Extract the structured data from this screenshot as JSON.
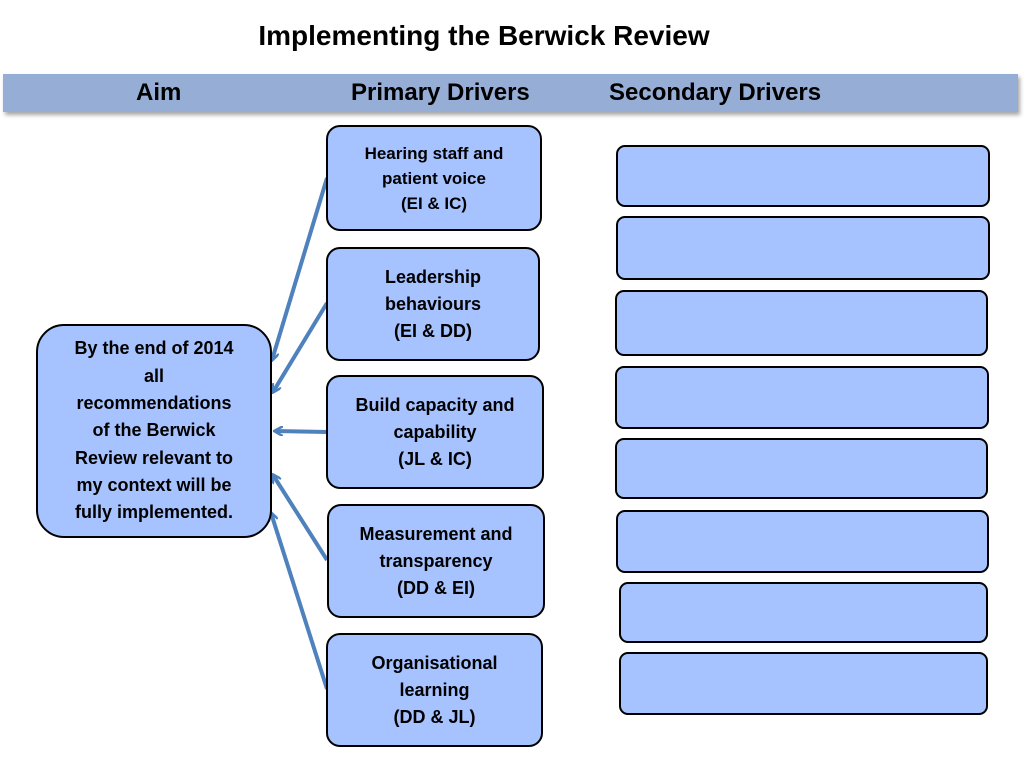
{
  "title": "Implementing the Berwick Review",
  "columns": {
    "aim": "Aim",
    "primary": "Primary Drivers",
    "secondary": "Secondary Drivers"
  },
  "aim": {
    "lines": [
      "By the end of 2014",
      "all",
      "recommendations",
      "of the Berwick",
      "Review relevant to",
      "my context will be",
      "fully implemented."
    ]
  },
  "primary_drivers": [
    {
      "lines": [
        "Hearing staff and",
        "patient voice",
        "(EI & IC)"
      ]
    },
    {
      "lines": [
        "Leadership",
        "behaviours",
        "(EI & DD)"
      ]
    },
    {
      "lines": [
        "Build capacity and",
        "capability",
        "(JL & IC)"
      ]
    },
    {
      "lines": [
        "Measurement and",
        "transparency",
        "(DD & EI)"
      ]
    },
    {
      "lines": [
        "Organisational",
        "learning",
        "(DD & JL)"
      ]
    }
  ],
  "colors": {
    "box_fill": "#a6c2ff",
    "band_fill": "#96add6",
    "arrow": "#4f81bd"
  }
}
